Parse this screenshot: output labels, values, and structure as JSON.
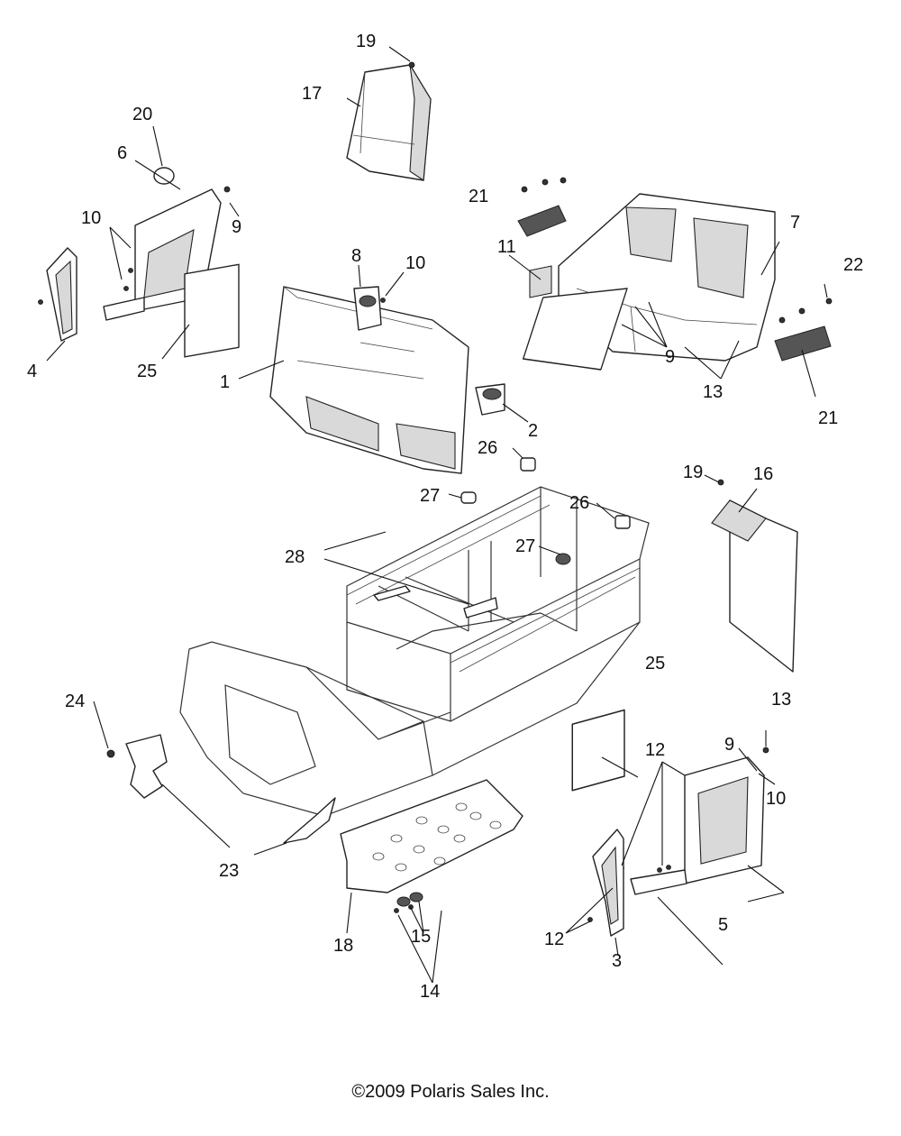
{
  "copyright": "©2009 Polaris Sales Inc.",
  "callouts": {
    "c1": "1",
    "c2": "2",
    "c3": "3",
    "c4": "4",
    "c5": "5",
    "c6": "6",
    "c7": "7",
    "c8": "8",
    "c9a": "9",
    "c9b": "9",
    "c9c": "9",
    "c10a": "10",
    "c10b": "10",
    "c10c": "10",
    "c11": "11",
    "c12a": "12",
    "c12b": "12",
    "c13a": "13",
    "c13b": "13",
    "c14": "14",
    "c15": "15",
    "c16": "16",
    "c17": "17",
    "c18": "18",
    "c19a": "19",
    "c19b": "19",
    "c20": "20",
    "c21a": "21",
    "c21b": "21",
    "c22": "22",
    "c23": "23",
    "c24": "24",
    "c25a": "25",
    "c25b": "25",
    "c26a": "26",
    "c26b": "26",
    "c27a": "27",
    "c27b": "27",
    "c28": "28"
  }
}
